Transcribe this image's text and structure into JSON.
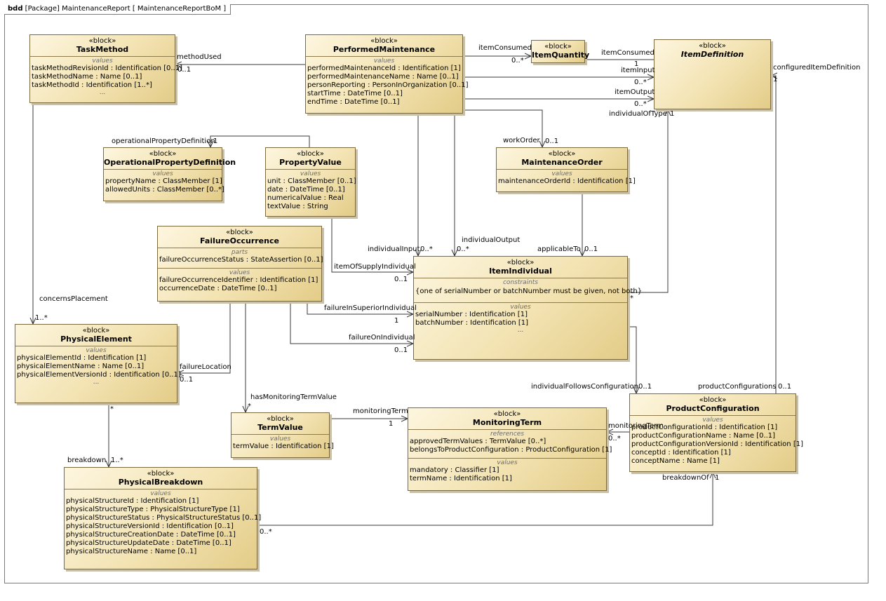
{
  "frame": {
    "kind": "bdd",
    "title": "[Package] MaintenanceReport [ MaintenanceReportBoM ]"
  },
  "blocks": {
    "task_method": {
      "stereotype": "«block»",
      "name": "TaskMethod",
      "compartments": [
        {
          "title": "values",
          "rows": [
            "taskMethodRevisionId : Identification [0..1]",
            "taskMethodName : Name [0..1]",
            "taskMethodId : Identification [1..*]"
          ],
          "more": "..."
        }
      ]
    },
    "performed_maintenance": {
      "stereotype": "«block»",
      "name": "PerformedMaintenance",
      "compartments": [
        {
          "title": "values",
          "rows": [
            "performedMaintenanceId : Identification [1]",
            "performedMaintenanceName : Name [0..1]",
            "personReporting : PersonInOrganization [0..1]",
            "startTime : DateTime [0..1]",
            "endTime : DateTime [0..1]"
          ]
        }
      ]
    },
    "item_quantity": {
      "stereotype": "«block»",
      "name": "ItemQuantity",
      "compartments": []
    },
    "item_definition": {
      "stereotype": "«block»",
      "name": "ItemDefinition",
      "compartments": []
    },
    "operational_property_definition": {
      "stereotype": "«block»",
      "name": "OperationalPropertyDefinition",
      "compartments": [
        {
          "title": "values",
          "rows": [
            "propertyName : ClassMember [1]",
            "allowedUnits : ClassMember [0..*]"
          ]
        }
      ]
    },
    "property_value": {
      "stereotype": "«block»",
      "name": "PropertyValue",
      "compartments": [
        {
          "title": "values",
          "rows": [
            "unit : ClassMember [0..1]",
            "date : DateTime [0..1]",
            "numericalValue : Real",
            "textValue : String"
          ]
        }
      ]
    },
    "maintenance_order": {
      "stereotype": "«block»",
      "name": "MaintenanceOrder",
      "compartments": [
        {
          "title": "values",
          "rows": [
            "maintenanceOrderId : Identification [1]"
          ]
        }
      ]
    },
    "failure_occurrence": {
      "stereotype": "«block»",
      "name": "FailureOccurrence",
      "compartments": [
        {
          "title": "parts",
          "rows": [
            "failureOccurrenceStatus : StateAssertion [0..1]"
          ]
        },
        {
          "title": "values",
          "rows": [
            "failureOccurrenceIdentifier : Identification [1]",
            "occurrenceDate : DateTime [0..1]"
          ]
        }
      ]
    },
    "item_individual": {
      "stereotype": "«block»",
      "name": "ItemIndividual",
      "compartments": [
        {
          "title": "constraints",
          "rows": [
            "{one of serialNumber or batchNumber must be given, not both}"
          ]
        },
        {
          "title": "values",
          "rows": [
            "serialNumber : Identification [1]",
            "batchNumber : Identification [1]"
          ],
          "more": "..."
        }
      ]
    },
    "physical_element": {
      "stereotype": "«block»",
      "name": "PhysicalElement",
      "compartments": [
        {
          "title": "values",
          "rows": [
            "physicalElementId : Identification [1]",
            "physicalElementName : Name [0..1]",
            "physicalElementVersionId : Identification [0..1]"
          ],
          "more": "..."
        }
      ]
    },
    "term_value": {
      "stereotype": "«block»",
      "name": "TermValue",
      "compartments": [
        {
          "title": "values",
          "rows": [
            "termValue : Identification [1]"
          ]
        }
      ]
    },
    "monitoring_term": {
      "stereotype": "«block»",
      "name": "MonitoringTerm",
      "compartments": [
        {
          "title": "references",
          "rows": [
            "approvedTermValues : TermValue [0..*]",
            "belongsToProductConfiguration : ProductConfiguration [1]"
          ]
        },
        {
          "title": "values",
          "rows": [
            "mandatory : Classifier [1]",
            "termName : Identification [1]"
          ]
        }
      ]
    },
    "product_configuration": {
      "stereotype": "«block»",
      "name": "ProductConfiguration",
      "compartments": [
        {
          "title": "values",
          "rows": [
            "productConfigurationId : Identification [1]",
            "productConfigurationName : Name [0..1]",
            "productConfigurationVersionId : Identification [1]",
            "conceptId : Identification [1]",
            "conceptName : Name [1]"
          ]
        }
      ]
    },
    "physical_breakdown": {
      "stereotype": "«block»",
      "name": "PhysicalBreakdown",
      "compartments": [
        {
          "title": "values",
          "rows": [
            "physicalStructureId : Identification [1]",
            "physicalStructureType : PhysicalStructureType [1]",
            "physicalStructureStatus : PhysicalStructureStatus [0..1]",
            "physicalStructureVersionId : Identification [0..1]",
            "physicalStructureCreationDate : DateTime [0..1]",
            "physicalStructureUpdateDate : DateTime [0..1]",
            "physicalStructureName : Name [0..1]"
          ]
        }
      ]
    }
  },
  "labels": {
    "method_used": "methodUsed",
    "method_used_mult": "0..1",
    "item_consumed_1": "itemConsumed",
    "item_consumed_1_mult": "0..*",
    "item_consumed_2": "itemConsumed",
    "item_consumed_2_mult": "1",
    "item_input": "itemInput",
    "item_input_mult": "0..*",
    "item_output": "itemOutput",
    "item_output_mult": "0..*",
    "configured_item_definition": "configuredItemDefinition",
    "configured_item_definition_mult": "1",
    "individual_of_type": "individualOfType",
    "individual_of_type_mult": "1",
    "operational_property_definition": "operationalPropertyDefinition",
    "operational_property_definition_mult": "1",
    "work_order": "workOrder",
    "work_order_mult": "0..1",
    "individual_input": "individualInput",
    "individual_input_mult": "0..*",
    "individual_output": "individualOutput",
    "individual_output_mult": "0..*",
    "applicable_to": "applicableTo",
    "applicable_to_mult": "0..1",
    "item_of_supply_individual": "itemOfSupplyIndividual",
    "item_of_supply_individual_mult": "0..1",
    "failure_in_superior_individual": "failureInSuperiorIndividual",
    "failure_in_superior_individual_mult": "1",
    "failure_on_individual": "failureOnIndividual",
    "failure_on_individual_mult": "0..1",
    "item_individual_star": "*",
    "concerns_placement": "concernsPlacement",
    "concerns_placement_mult": "1..*",
    "failure_location": "failureLocation",
    "failure_location_mult": "0..1",
    "has_monitoring_term_value": "hasMonitoringTermValue",
    "has_monitoring_term_value_mult": "*",
    "individual_follows_configuration": "individualFollowsConfiguration",
    "individual_follows_configuration_mult": "0..1",
    "product_configurations": "productConfigurations",
    "product_configurations_mult": "0..1",
    "monitoring_term_1": "monitoringTerm",
    "monitoring_term_1_mult": "1",
    "monitoring_term_2": "monitoringTerm",
    "monitoring_term_2_mult": "0..*",
    "physical_element_star": "*",
    "breakdown": "breakdown",
    "breakdown_mult": "1..*",
    "breakdown_of": "breakdownOf",
    "breakdown_of_mult": "1",
    "breakdown_src_mult": "0..*"
  }
}
